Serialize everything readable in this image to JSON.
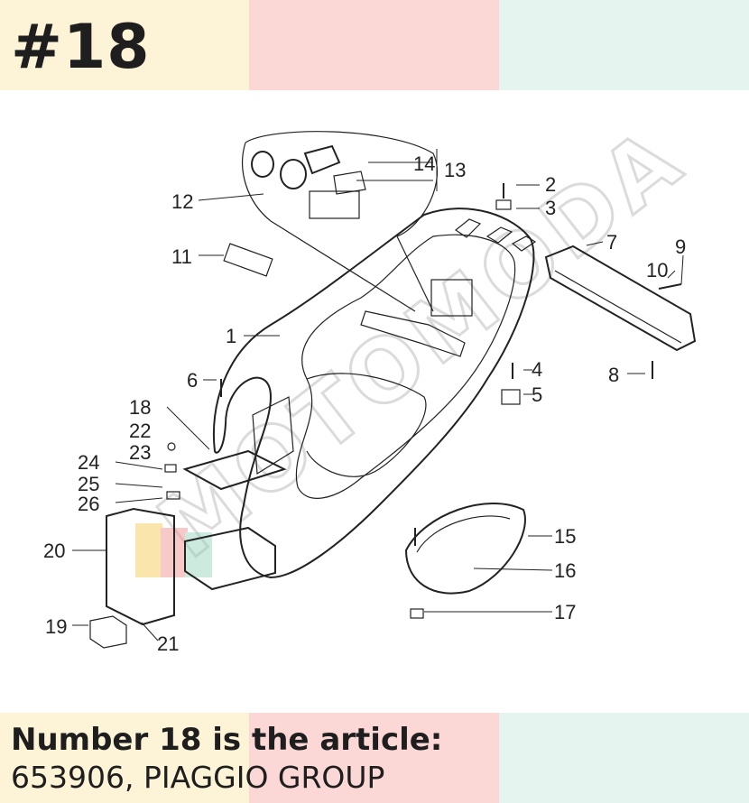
{
  "header": {
    "title": "#18"
  },
  "caption": {
    "line1": "Number 18 is the article:",
    "line2": "653906, PIAGGIO GROUP"
  },
  "colors": {
    "band_yellow": "#fdf3d6",
    "band_pink": "#fbd8d6",
    "band_mint": "#e5f4ee",
    "text": "#1e1e1e"
  },
  "watermark": {
    "text": "MOTOMODA"
  },
  "diagram": {
    "labels": [
      "1",
      "2",
      "3",
      "4",
      "5",
      "6",
      "7",
      "8",
      "9",
      "10",
      "11",
      "12",
      "13",
      "14",
      "15",
      "16",
      "17",
      "18",
      "19",
      "20",
      "21",
      "22",
      "23",
      "24",
      "25",
      "26"
    ]
  }
}
